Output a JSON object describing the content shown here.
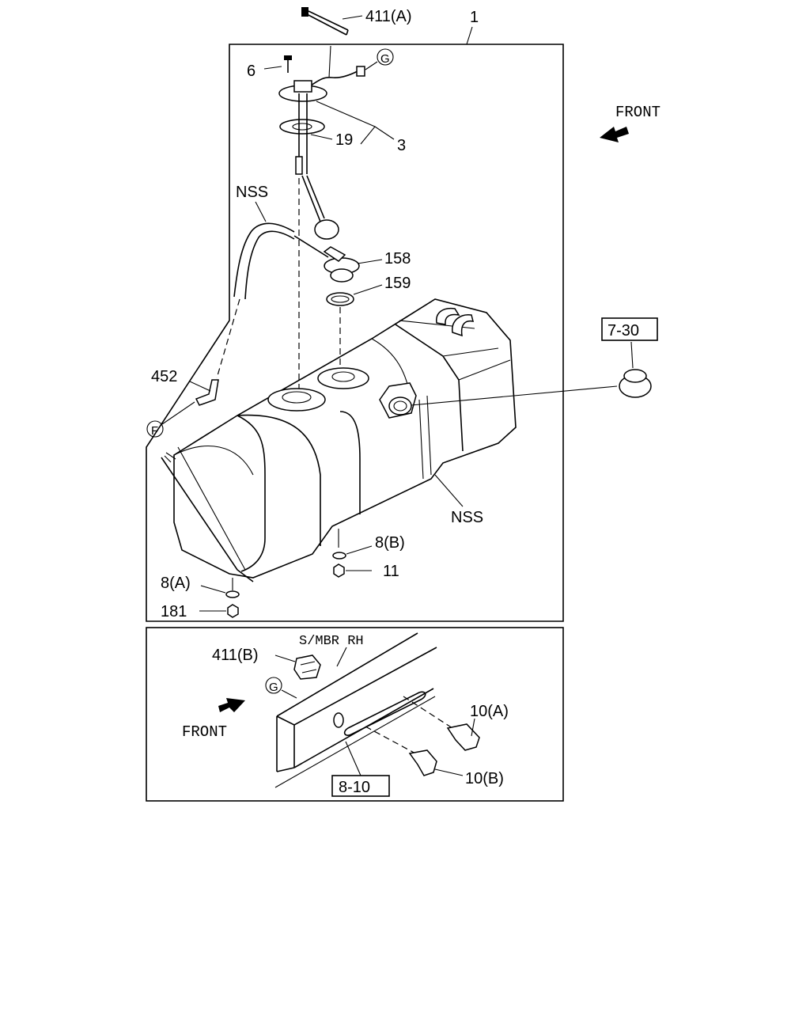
{
  "callouts": {
    "c411a": "411(A)",
    "c1": "1",
    "c6": "6",
    "c19": "19",
    "c3": "3",
    "nss_top": "NSS",
    "c158": "158",
    "c159": "159",
    "c452": "452",
    "c8b": "8(B)",
    "c11": "11",
    "c8a": "8(A)",
    "c181": "181",
    "nss_tank": "NSS",
    "c411b": "411(B)",
    "smbr": "S/MBR RH",
    "c10a": "10(A)",
    "c10b": "10(B)"
  },
  "circled_refs": {
    "g_top": "G",
    "f": "F",
    "g_detail": "G"
  },
  "boxed_refs": {
    "r730": "7-30",
    "r810": "8-10"
  },
  "front_labels": {
    "top": "FRONT",
    "detail": "FRONT"
  },
  "icons": {
    "front_arrow": "front-arrow-icon"
  }
}
